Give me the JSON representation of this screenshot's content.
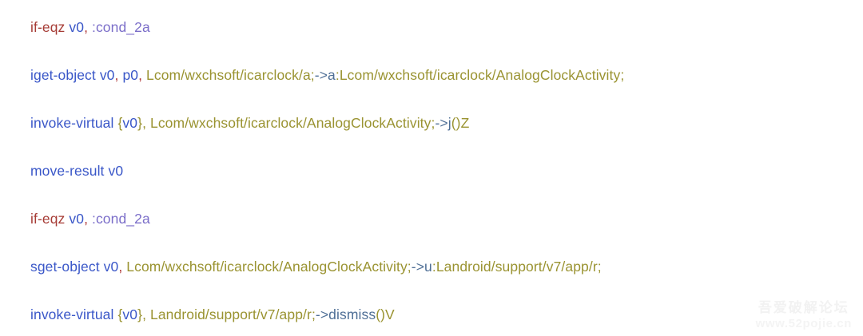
{
  "document": {
    "type": "smali-bytecode-listing",
    "background_color": "#ffffff",
    "colors": {
      "mnemonic_branch": "#a63c36",
      "mnemonic": "#3a57c8",
      "register": "#3a57c8",
      "punct_red": "#b03a3a",
      "label": "#7b6ec9",
      "type_descriptor": "#9a9331",
      "member_name": "#4f6f96",
      "watermark": "#f2f2f2"
    }
  },
  "lines": [
    {
      "index": 0,
      "plain": "if-eqz v0, :cond_2a",
      "tokens": {
        "mnemonic": "if-eqz",
        "register": "v0",
        "comma": ",",
        "label": ":cond_2a"
      }
    },
    {
      "index": 1,
      "plain": "iget-object v0, p0, Lcom/wxchsoft/icarclock/a;->a:Lcom/wxchsoft/icarclock/AnalogClockActivity;",
      "tokens": {
        "mnemonic": "iget-object",
        "register1": "v0",
        "comma1": ",",
        "register2": "p0",
        "comma2": ",",
        "owner": "Lcom/wxchsoft/icarclock/a;",
        "member": "->a",
        "field_type": ":Lcom/wxchsoft/icarclock/AnalogClockActivity;"
      }
    },
    {
      "index": 2,
      "plain": "invoke-virtual {v0}, Lcom/wxchsoft/icarclock/AnalogClockActivity;->j()Z",
      "tokens": {
        "mnemonic": "invoke-virtual",
        "brace_open": "{",
        "register": "v0",
        "brace_close": "}",
        "comma": ",",
        "owner": "Lcom/wxchsoft/icarclock/AnalogClockActivity;",
        "member": "->j",
        "signature": "()Z"
      }
    },
    {
      "index": 3,
      "plain": "move-result v0",
      "tokens": {
        "mnemonic": "move-result",
        "register": "v0"
      }
    },
    {
      "index": 4,
      "plain": "if-eqz v0, :cond_2a",
      "tokens": {
        "mnemonic": "if-eqz",
        "register": "v0",
        "comma": ",",
        "label": ":cond_2a"
      }
    },
    {
      "index": 5,
      "plain": "sget-object v0, Lcom/wxchsoft/icarclock/AnalogClockActivity;->u:Landroid/support/v7/app/r;",
      "tokens": {
        "mnemonic": "sget-object",
        "register": "v0",
        "comma": ",",
        "owner": "Lcom/wxchsoft/icarclock/AnalogClockActivity;",
        "member": "->u",
        "field_type": ":Landroid/support/v7/app/r;"
      }
    },
    {
      "index": 6,
      "plain": "invoke-virtual {v0}, Landroid/support/v7/app/r;->dismiss()V",
      "tokens": {
        "mnemonic": "invoke-virtual",
        "brace_open": "{",
        "register": "v0",
        "brace_close": "}",
        "comma": ",",
        "owner": "Landroid/support/v7/app/r;",
        "member": "->dismiss",
        "signature": "()V"
      }
    }
  ],
  "watermark": {
    "title": "吾爱破解论坛",
    "url": "www.52pojie.cn"
  }
}
